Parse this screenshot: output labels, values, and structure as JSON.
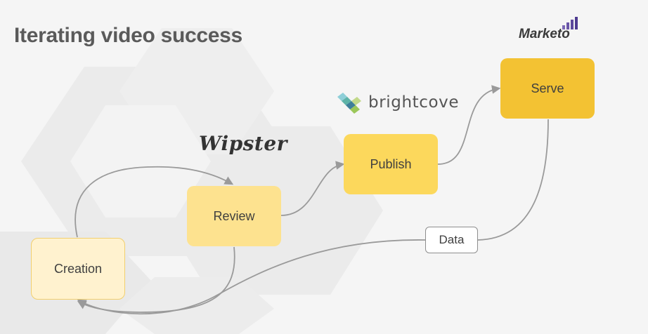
{
  "title": "Iterating video success",
  "nodes": {
    "creation": "Creation",
    "review": "Review",
    "publish": "Publish",
    "serve": "Serve"
  },
  "data_label": "Data",
  "logos": {
    "wipster": "Wipster",
    "brightcove": "brightcove",
    "marketo": "Marketo"
  },
  "colors": {
    "creation": "#fff2cf",
    "review": "#fde28f",
    "publish": "#fcd85c",
    "serve": "#f3c233",
    "arrow": "#9a9a9a",
    "title": "#5a5a5a"
  }
}
